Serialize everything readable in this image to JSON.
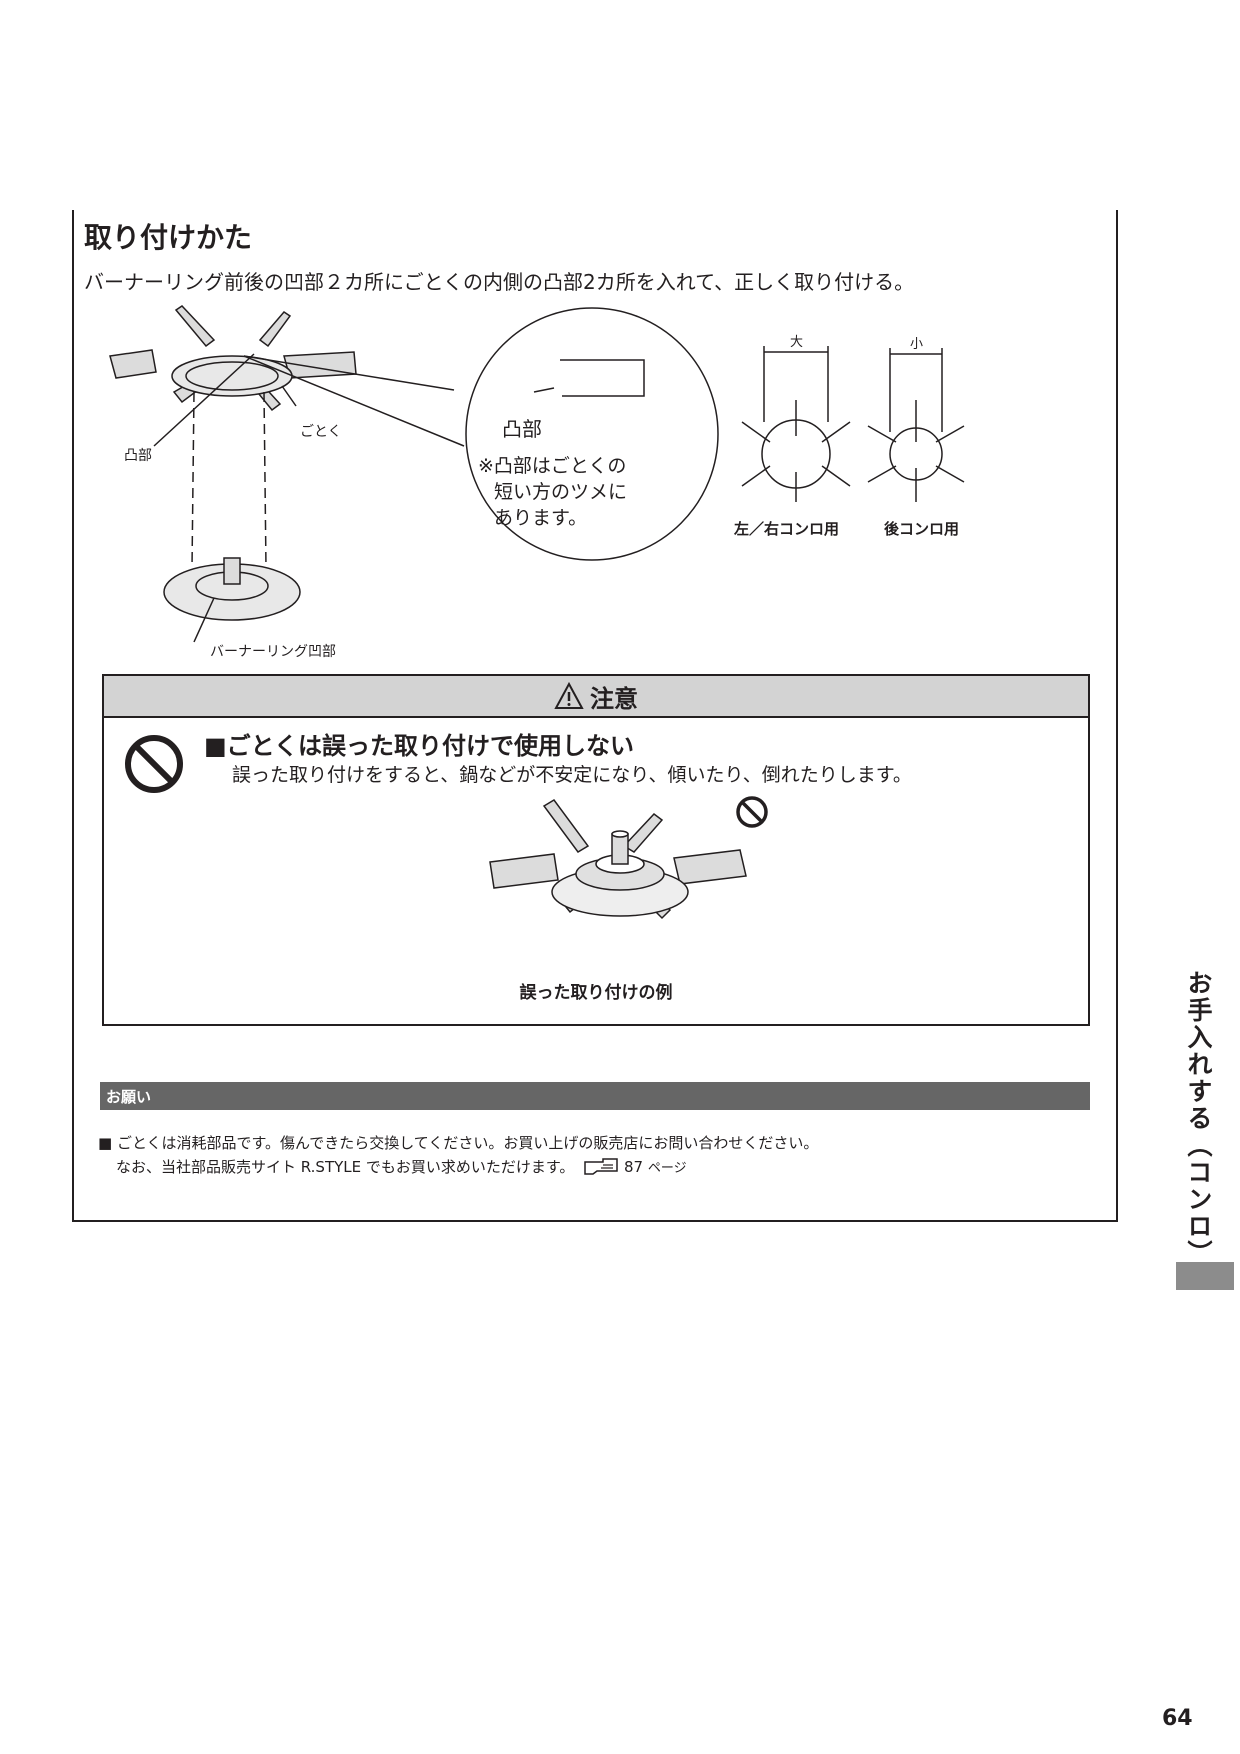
{
  "section": {
    "title": "取り付けかた",
    "intro": "バーナーリング前後の凹部２カ所にごとくの内側の凸部2カ所を入れて、正しく取り付ける。"
  },
  "diagram": {
    "label_convex": "凸部",
    "label_gotoku": "ごとく",
    "label_ring_recess": "バーナーリング凹部",
    "callout_label": "凸部",
    "callout_note_lines": [
      "※凸部はごとくの",
      "短い方のツメに",
      "あります。"
    ],
    "size_large": "大",
    "size_small": "小",
    "caption_left_right": "左／右コンロ用",
    "caption_rear": "後コンロ用"
  },
  "caution": {
    "header": "注意",
    "heading": "■ごとくは誤った取り付けで使用しない",
    "body": "誤った取り付けをすると、鍋などが不安定になり、傾いたり、倒れたりします。",
    "figure_caption": "誤った取り付けの例"
  },
  "request": {
    "header": "お願い",
    "line1": "■ ごとくは消耗部品です。傷んできたら交換してください。お買い上げの販売店にお問い合わせください。",
    "line2": "なお、当社部品販売サイト R.STYLE でもお買い求めいただけます。",
    "ref_page": "87",
    "ref_suffix": "ページ"
  },
  "side_title": "お手入れする（コンロ）",
  "page_number": "64"
}
